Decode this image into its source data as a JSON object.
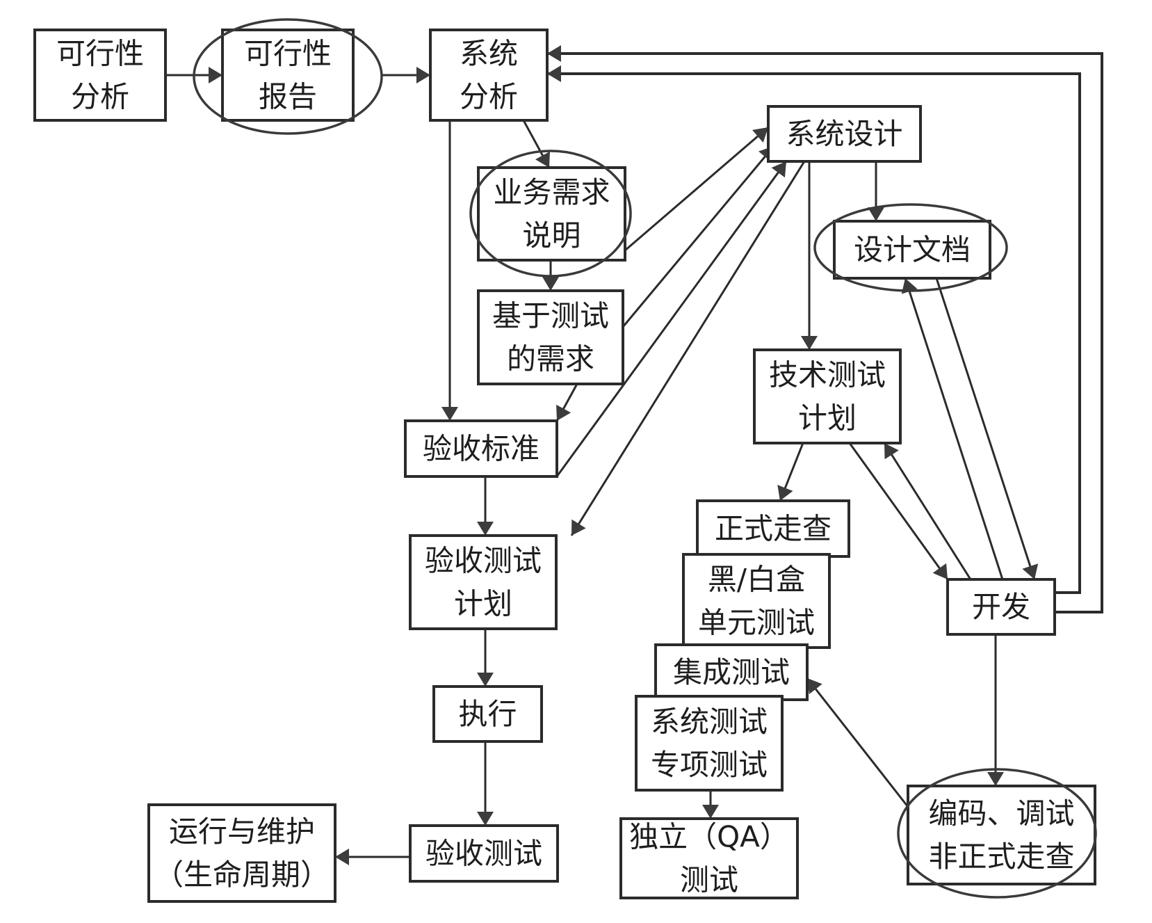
{
  "title": "软件开发与测试生命周期流程",
  "colors": {
    "stroke": "#2b2b2b",
    "arrowhead": "#3c3c3c",
    "background": "#ffffff",
    "text": "#1e1e1e"
  },
  "nodes": [
    {
      "id": "feasibility_analysis",
      "lines": [
        "可行性",
        "分析"
      ],
      "shape": "box"
    },
    {
      "id": "feasibility_report",
      "lines": [
        "可行性",
        "报告"
      ],
      "shape": "box-circled"
    },
    {
      "id": "system_analysis",
      "lines": [
        "系统",
        "分析"
      ],
      "shape": "box"
    },
    {
      "id": "business_requirements",
      "lines": [
        "业务需求",
        "说明"
      ],
      "shape": "box-circled"
    },
    {
      "id": "test_based_requirements",
      "lines": [
        "基于测试",
        "的需求"
      ],
      "shape": "box"
    },
    {
      "id": "acceptance_criteria",
      "lines": [
        "验收标准"
      ],
      "shape": "box"
    },
    {
      "id": "acceptance_test_plan",
      "lines": [
        "验收测试",
        "计划"
      ],
      "shape": "box"
    },
    {
      "id": "execute",
      "lines": [
        "执行"
      ],
      "shape": "box"
    },
    {
      "id": "acceptance_test",
      "lines": [
        "验收测试"
      ],
      "shape": "box"
    },
    {
      "id": "operation_maintenance",
      "lines": [
        "运行与维护",
        "（生命周期）"
      ],
      "shape": "box"
    },
    {
      "id": "system_design",
      "lines": [
        "系统设计"
      ],
      "shape": "box"
    },
    {
      "id": "design_docs",
      "lines": [
        "设计文档"
      ],
      "shape": "box-circled"
    },
    {
      "id": "technical_test_plan",
      "lines": [
        "技术测试",
        "计划"
      ],
      "shape": "box"
    },
    {
      "id": "formal_walkthrough",
      "lines": [
        "正式走查"
      ],
      "shape": "box"
    },
    {
      "id": "unit_test",
      "lines": [
        "黑/白盒",
        "单元测试"
      ],
      "shape": "box"
    },
    {
      "id": "integration_test",
      "lines": [
        "集成测试"
      ],
      "shape": "box"
    },
    {
      "id": "system_test",
      "lines": [
        "系统测试",
        "专项测试"
      ],
      "shape": "box"
    },
    {
      "id": "independent_qa_test",
      "lines": [
        "独立（QA）",
        "测试"
      ],
      "shape": "box"
    },
    {
      "id": "development",
      "lines": [
        "开发"
      ],
      "shape": "box"
    },
    {
      "id": "coding_debugging",
      "lines": [
        "编码、调试",
        "非正式走查"
      ],
      "shape": "box-circled"
    }
  ],
  "edges": [
    {
      "from": "feasibility_analysis",
      "to": "feasibility_report"
    },
    {
      "from": "feasibility_report",
      "to": "system_analysis"
    },
    {
      "from": "system_analysis",
      "to": "business_requirements"
    },
    {
      "from": "system_analysis",
      "to": "acceptance_criteria"
    },
    {
      "from": "business_requirements",
      "to": "test_based_requirements"
    },
    {
      "from": "business_requirements",
      "to": "system_design"
    },
    {
      "from": "test_based_requirements",
      "to": "acceptance_criteria"
    },
    {
      "from": "test_based_requirements",
      "to": "system_design"
    },
    {
      "from": "acceptance_criteria",
      "to": "system_design"
    },
    {
      "from": "acceptance_criteria",
      "to": "acceptance_test_plan"
    },
    {
      "from": "system_design",
      "to": "acceptance_test_plan"
    },
    {
      "from": "acceptance_test_plan",
      "to": "execute"
    },
    {
      "from": "execute",
      "to": "acceptance_test"
    },
    {
      "from": "acceptance_test",
      "to": "operation_maintenance"
    },
    {
      "from": "system_design",
      "to": "design_docs"
    },
    {
      "from": "system_design",
      "to": "technical_test_plan"
    },
    {
      "from": "technical_test_plan",
      "to": "formal_walkthrough"
    },
    {
      "from": "technical_test_plan",
      "to": "development"
    },
    {
      "from": "development",
      "to": "technical_test_plan"
    },
    {
      "from": "development",
      "to": "design_docs"
    },
    {
      "from": "design_docs",
      "to": "development"
    },
    {
      "from": "development",
      "to": "system_analysis"
    },
    {
      "from": "development",
      "to": "system_analysis"
    },
    {
      "from": "development",
      "to": "coding_debugging"
    },
    {
      "from": "coding_debugging",
      "to": "integration_test"
    },
    {
      "from": "system_test",
      "to": "independent_qa_test"
    }
  ]
}
